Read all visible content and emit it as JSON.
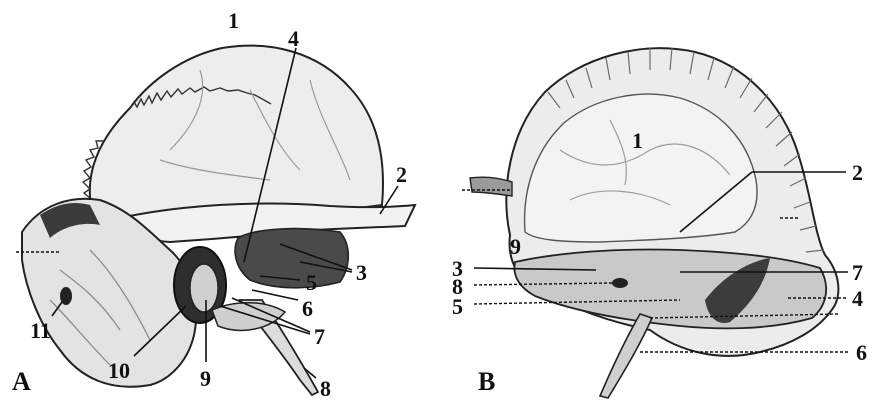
{
  "figure": {
    "panels": [
      {
        "id": "A",
        "label": "A"
      },
      {
        "id": "B",
        "label": "B"
      }
    ],
    "panel_a_labels": [
      "1",
      "2",
      "3",
      "4",
      "5",
      "6",
      "7",
      "8",
      "9",
      "10",
      "11"
    ],
    "panel_b_labels": [
      "1",
      "2",
      "3",
      "9",
      "8",
      "5",
      "7",
      "4",
      "6"
    ]
  }
}
